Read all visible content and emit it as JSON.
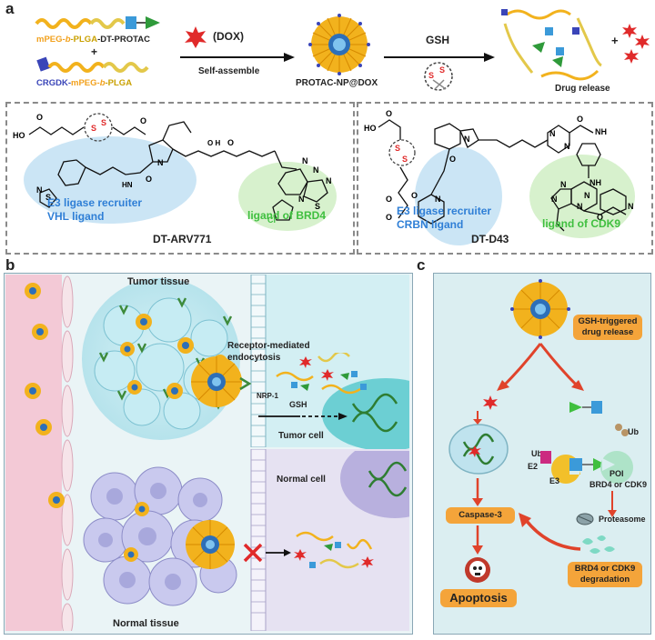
{
  "panel_a": {
    "letter": "a",
    "polymer1_parts": [
      "mPEG-",
      "b",
      "-PLGA",
      "-DT-PROTAC"
    ],
    "plus": "+",
    "polymer2_parts": [
      "CRGDK-",
      "mPEG-",
      "b",
      "-PLGA"
    ],
    "dox_label": "(DOX)",
    "self_assemble": "Self-assemble",
    "np_label": "PROTAC-NP@DOX",
    "gsh_label": "GSH",
    "plus2": "+",
    "release_label": "Drug release",
    "left_box": {
      "e3_line1": "E3 ligase recruiter",
      "e3_line2": "VHL ligand",
      "ligand": "ligand of BRD4",
      "name": "DT-ARV771",
      "atoms": [
        "HO",
        "O",
        "S",
        "S",
        "O",
        "N",
        "S",
        "N",
        "H",
        "O",
        "N",
        "H",
        "O",
        "O",
        "N",
        "N",
        "N",
        "N",
        "S",
        "Cl"
      ]
    },
    "right_box": {
      "e3_line1": "E3 ligase recruiter",
      "e3_line2": "CRBN ligand",
      "ligand": "ligand of CDK9",
      "name": "DT-D43",
      "atoms": [
        "HO",
        "O",
        "S",
        "S",
        "O",
        "O",
        "N",
        "O",
        "N",
        "O",
        "N",
        "N",
        "NH",
        "O",
        "NH",
        "N",
        "N",
        "N",
        "N",
        "O",
        "N"
      ]
    }
  },
  "panel_b": {
    "letter": "b",
    "tumor_tissue": "Tumor tissue",
    "receptor_line1": "Receptor-mediated",
    "receptor_line2": "endocytosis",
    "nrp": "NRP-1",
    "gsh": "GSH",
    "tumor_cell": "Tumor cell",
    "normal_cell": "Normal cell",
    "normal_tissue": "Normal tissue"
  },
  "panel_c": {
    "letter": "c",
    "gsh_release_line1": "GSH-triggered",
    "gsh_release_line2": "drug release",
    "ub_top": "Ub",
    "ub_left": "Ub",
    "e2": "E2",
    "e3": "E3",
    "poi": "POI",
    "poi_targets": "BRD4 or CDK9",
    "proteasome": "Proteasome",
    "caspase": "Caspase-3",
    "degradation_line1": "BRD4 or CDK9",
    "degradation_line2": "degradation",
    "apoptosis": "Apoptosis"
  },
  "colors": {
    "blue": "#2f7fd6",
    "green": "#3fbf3f",
    "orange": "#f4a43a",
    "red": "#e02a2a",
    "np_yellow": "#f2b21d"
  }
}
